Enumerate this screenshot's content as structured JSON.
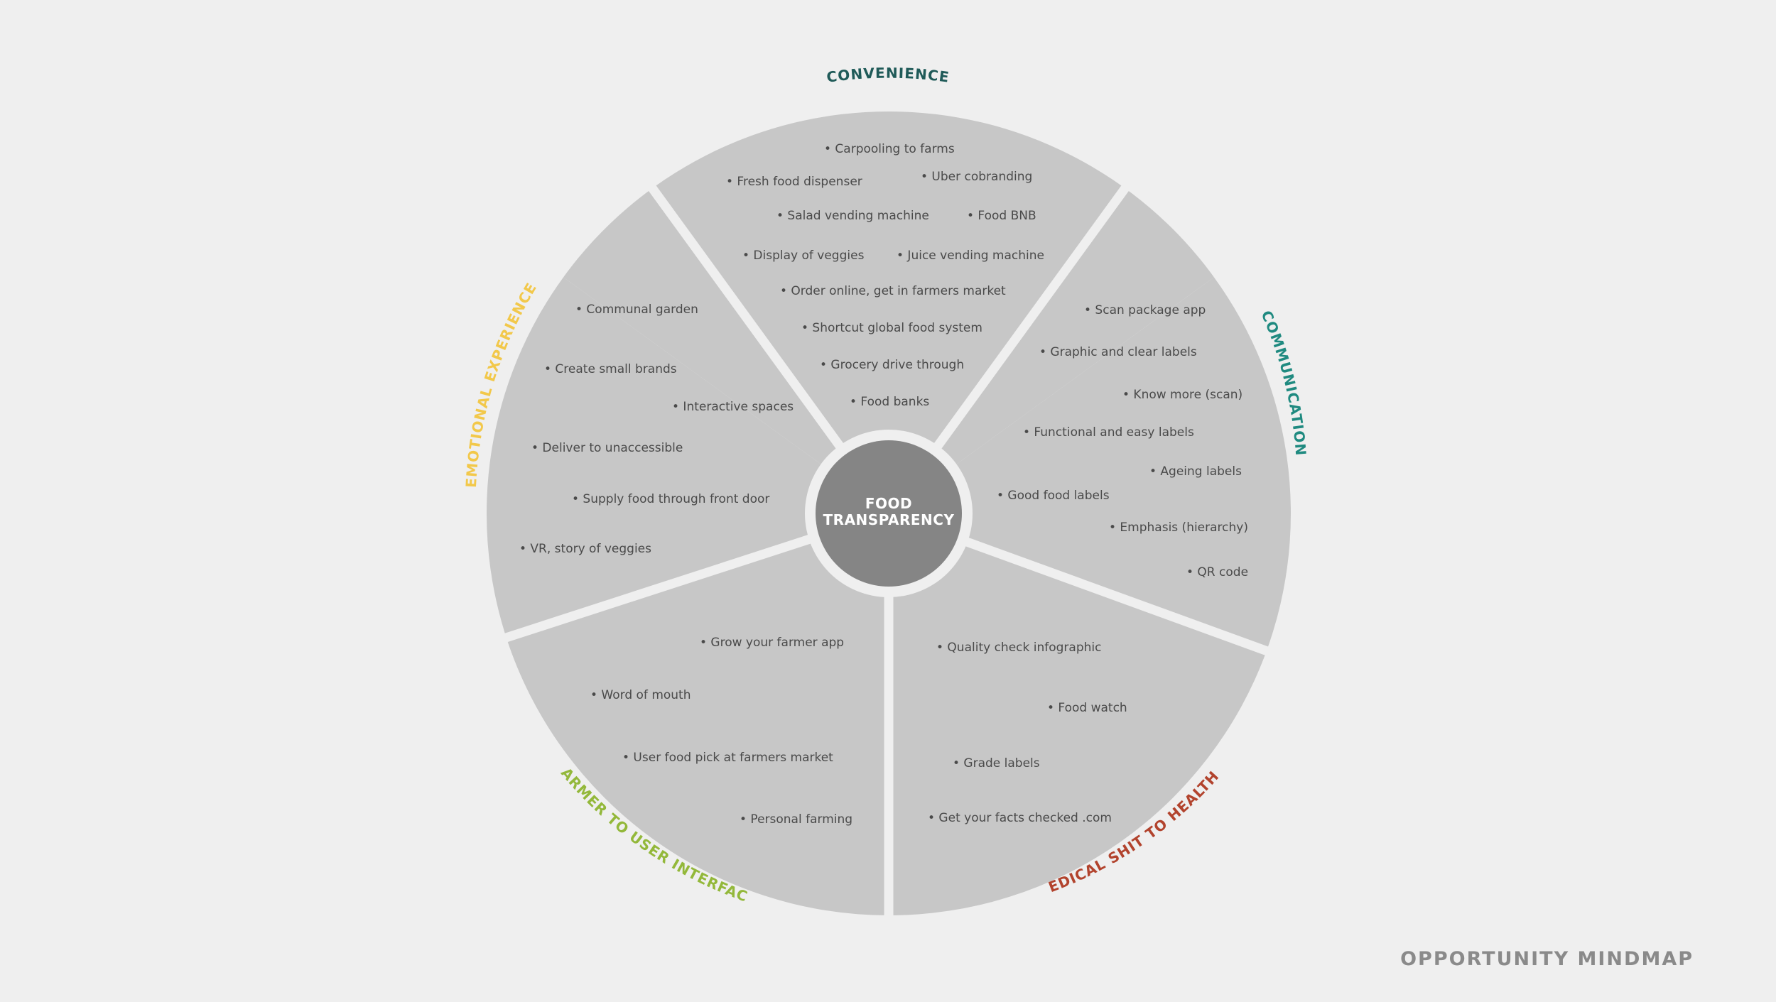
{
  "footer_title": "OPPORTUNITY MINDMAP",
  "center": {
    "line1": "FOOD",
    "line2": "TRANSPARENCY"
  },
  "colors": {
    "background": "#efefef",
    "segment": "#c7c7c7",
    "center": "#858585",
    "convenience": "#1f5a58",
    "communication": "#1f8a80",
    "medical": "#b2432d",
    "farmer": "#93b83a",
    "emotional": "#f2c84a"
  },
  "segments": [
    {
      "key": "convenience",
      "label": "CONVENIENCE",
      "items": [
        "• Carpooling to farms",
        "• Fresh food dispenser",
        "• Uber cobranding",
        "• Salad vending machine",
        "• Food BNB",
        "• Display of veggies",
        "• Juice vending machine",
        "• Order online, get in farmers market",
        "• Shortcut global food system",
        "• Grocery drive through",
        "• Food banks"
      ]
    },
    {
      "key": "communication",
      "label": "COMMUNICATION",
      "items": [
        "• Scan package app",
        "• Graphic and clear labels",
        "• Know more (scan)",
        "• Functional and easy labels",
        "• Ageing labels",
        "• Good food labels",
        "• Emphasis (hierarchy)",
        "• QR code"
      ]
    },
    {
      "key": "medical",
      "label": "MEDICAL SHIT TO HEALTHY",
      "items": [
        "• Quality check infographic",
        "• Food watch",
        "• Grade labels",
        "• Get your facts checked .com"
      ]
    },
    {
      "key": "farmer",
      "label": "FARMER TO USER INTERFACE",
      "items": [
        "• Grow your farmer app",
        "• Word of mouth",
        "• User food pick at farmers market",
        "• Personal farming"
      ]
    },
    {
      "key": "emotional",
      "label": "EMOTIONAL EXPERIENCE",
      "items": [
        "• Communal garden",
        "• Create small brands",
        "• Interactive spaces",
        "• Deliver to unaccessible",
        "• Supply food through front door",
        "• VR, story of veggies"
      ]
    }
  ]
}
